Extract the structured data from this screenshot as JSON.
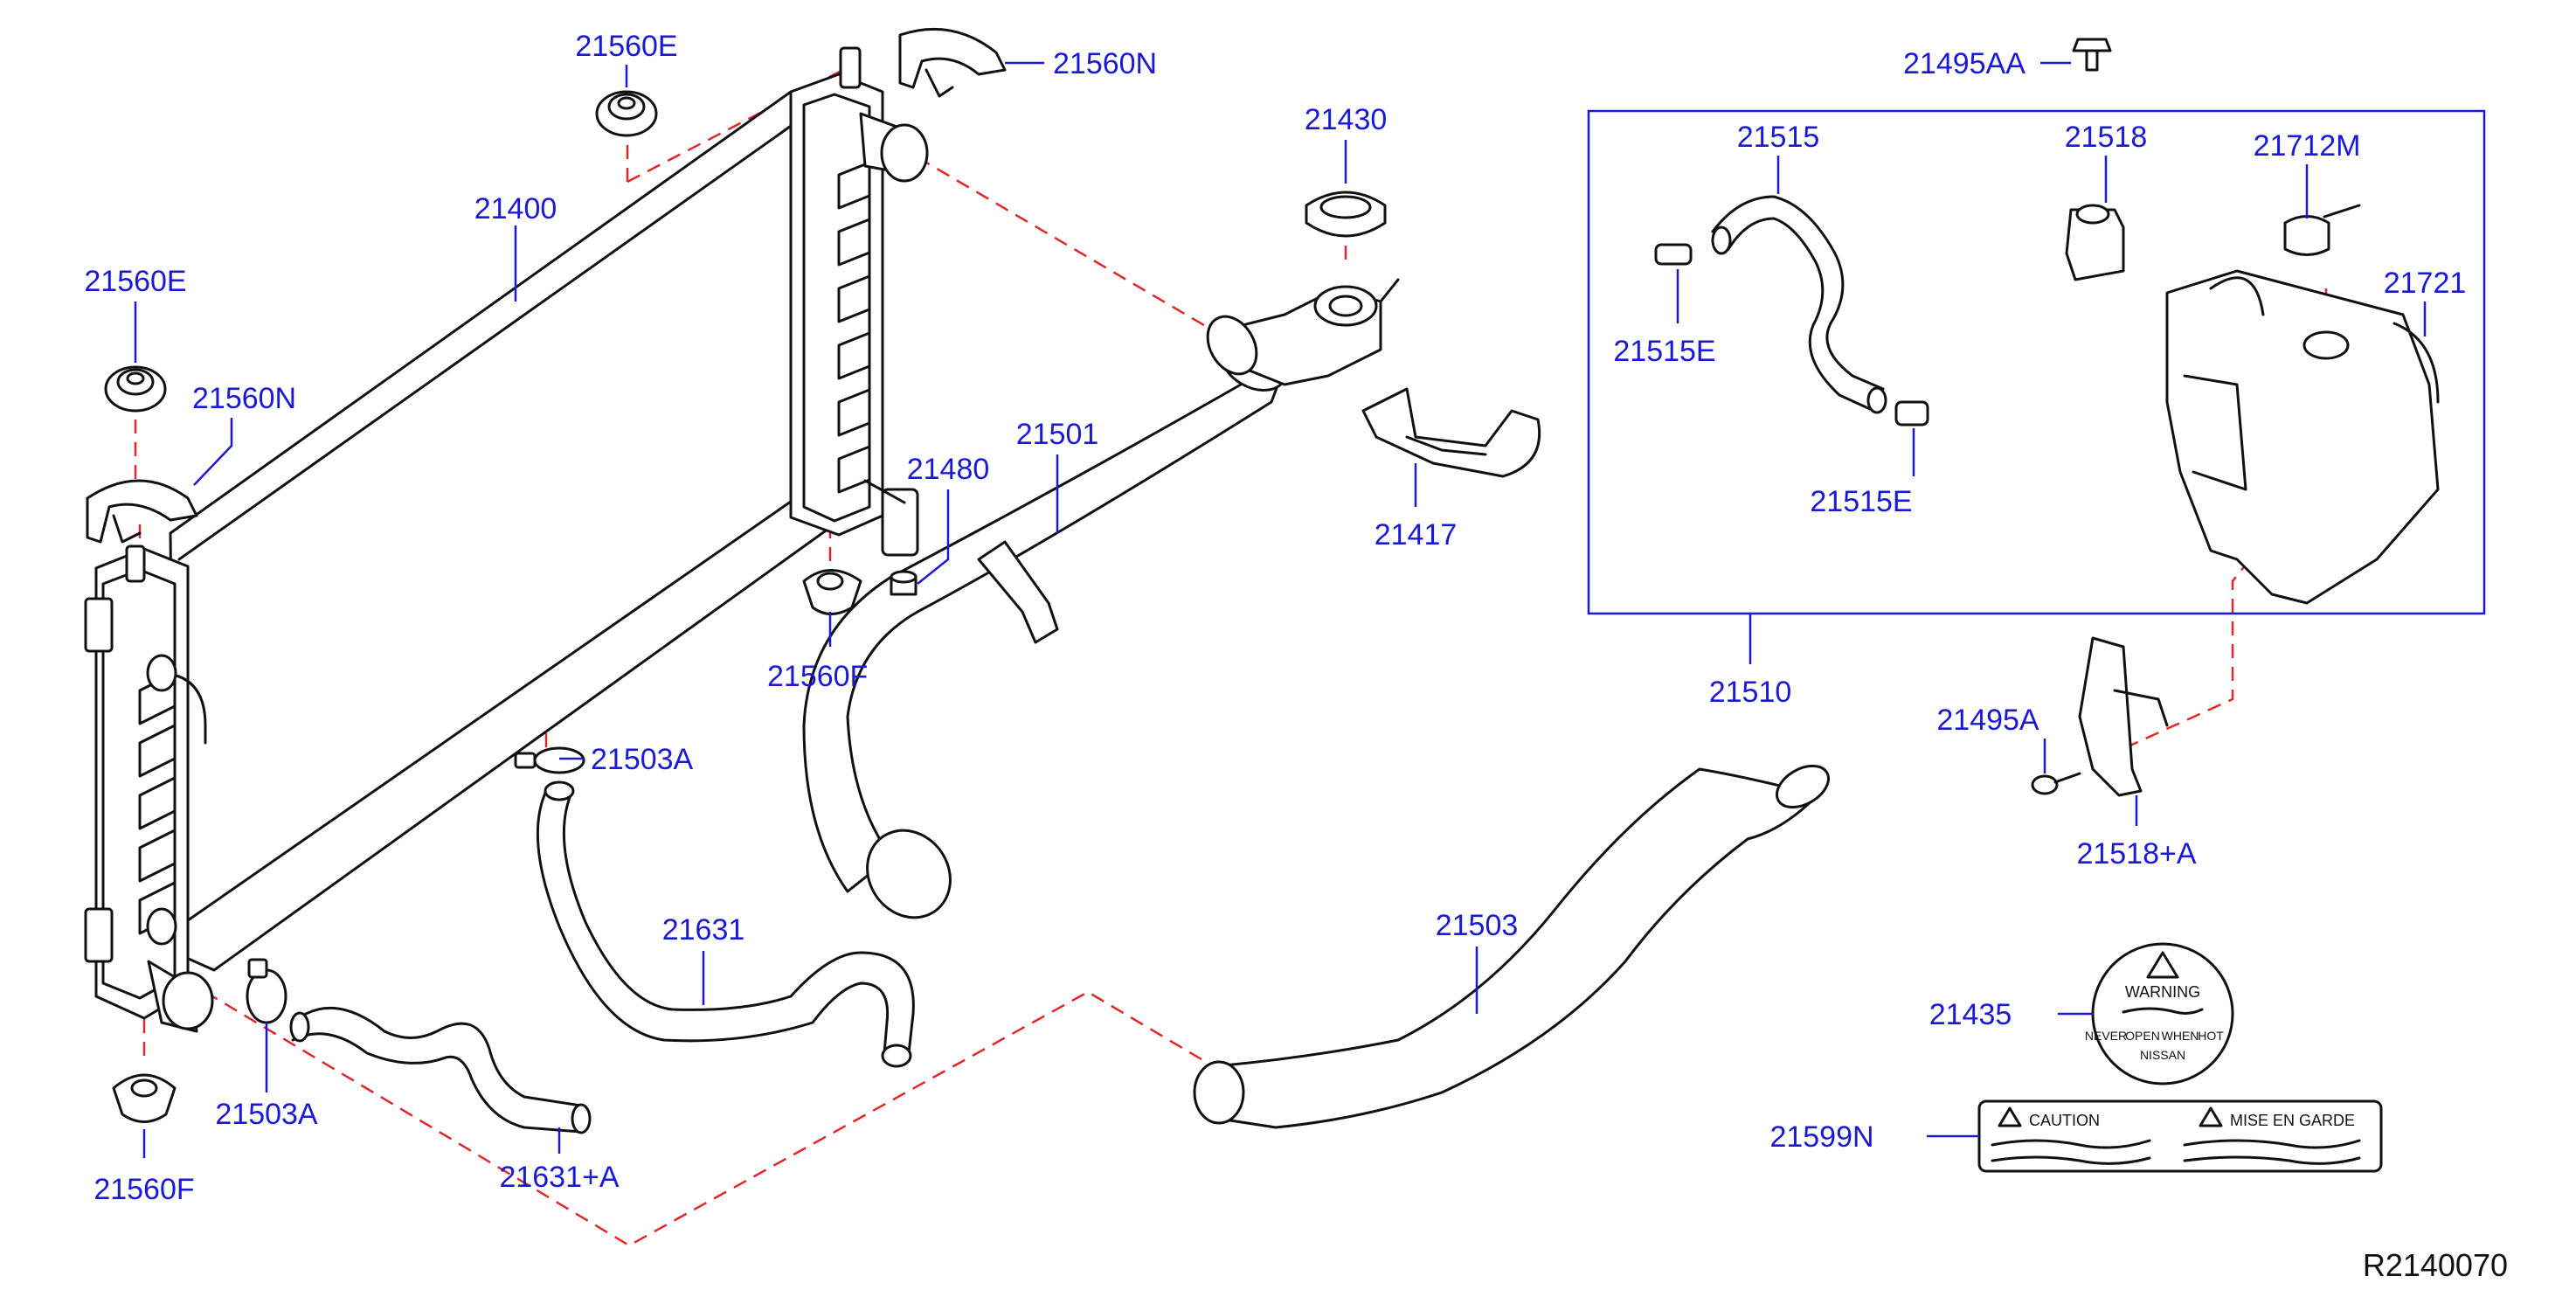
{
  "diagram_code": "R2140070",
  "colors": {
    "label": "#1a1ad6",
    "ink": "#111111",
    "dashed_link": "#e0282a"
  },
  "labels": {
    "p21560E_top": "21560E",
    "p21560N_top": "21560N",
    "p21400": "21400",
    "p21560E_left": "21560E",
    "p21560N_left": "21560N",
    "p21430": "21430",
    "p21480": "21480",
    "p21501": "21501",
    "p21417": "21417",
    "p21560F_mid": "21560F",
    "p21503A_top": "21503A",
    "p21631": "21631",
    "p21503": "21503",
    "p21503A_bottom": "21503A",
    "p21560F_bottom": "21560F",
    "p21631A": "21631+A",
    "p21495AA": "21495AA",
    "p21515": "21515",
    "p21518": "21518",
    "p21712M": "21712M",
    "p21721": "21721",
    "p21515E_a": "21515E",
    "p21515E_b": "21515E",
    "p21510": "21510",
    "p21495A": "21495A",
    "p21518A": "21518+A",
    "p21435": "21435",
    "p21599N": "21599N"
  },
  "warning_label": {
    "title": "WARNING",
    "words": [
      "NEVER",
      "OPEN",
      "WHEN",
      "HOT"
    ],
    "brand": "NISSAN"
  },
  "caution_label": {
    "left_title": "CAUTION",
    "right_title": "MISE EN GARDE"
  }
}
